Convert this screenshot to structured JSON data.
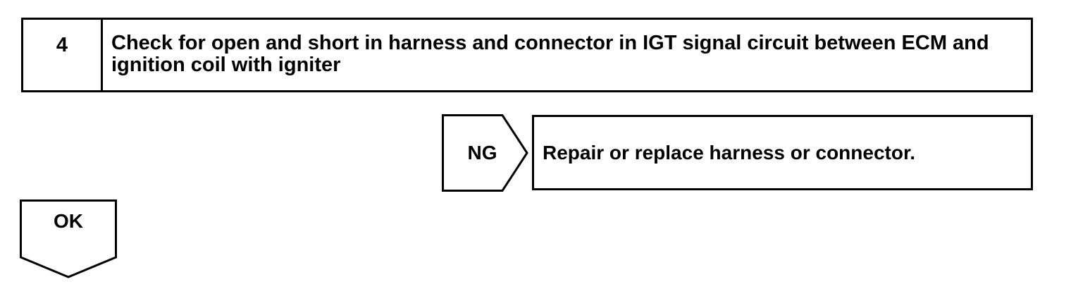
{
  "step": {
    "number": "4",
    "title": "Check for open and short in harness and connector in IGT signal circuit between ECM and ignition coil with igniter"
  },
  "ng_branch": {
    "label": "NG",
    "action": "Repair or replace harness or connector."
  },
  "ok_branch": {
    "label": "OK"
  }
}
